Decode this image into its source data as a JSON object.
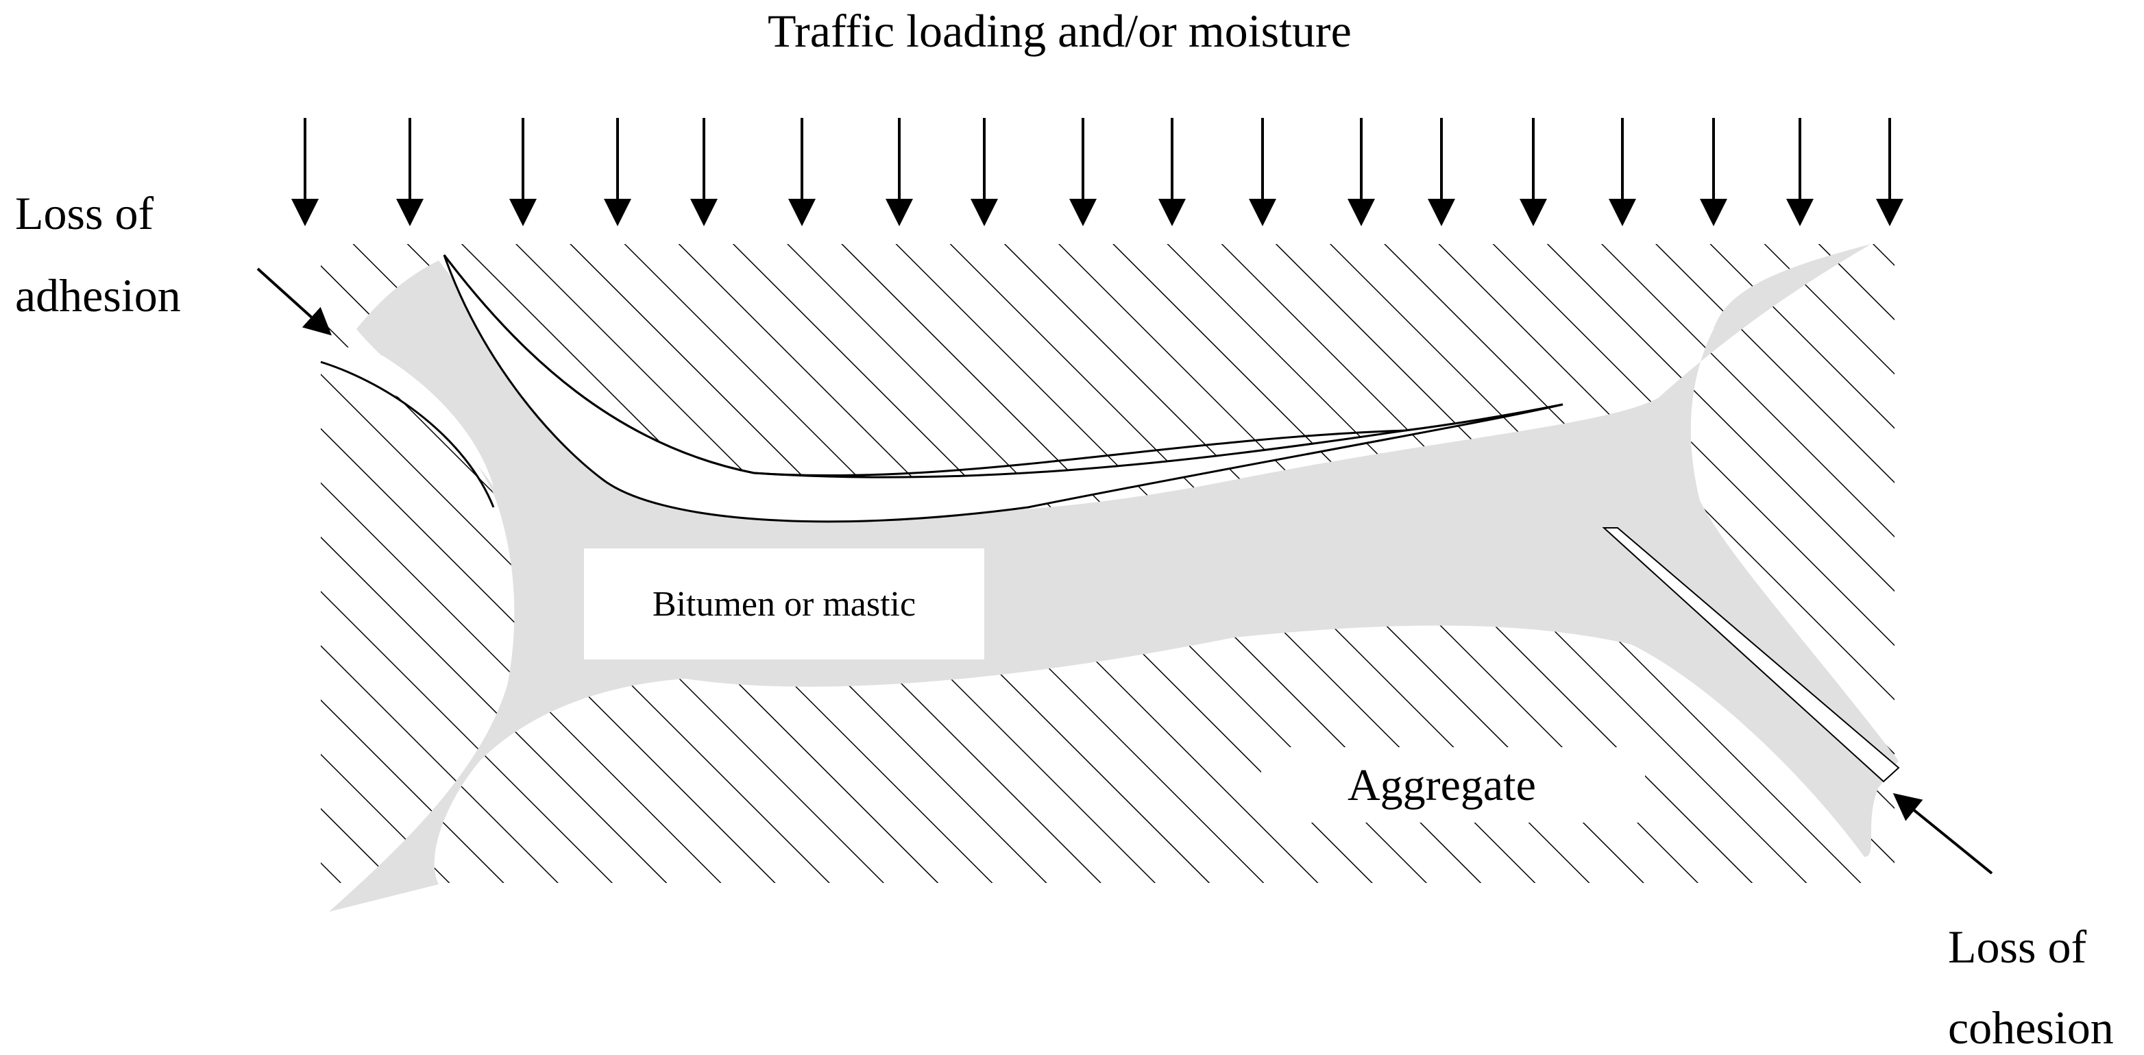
{
  "title": "Traffic loading and/or moisture",
  "labels": {
    "loss_of_adhesion": [
      "Loss of",
      "adhesion"
    ],
    "loss_of_cohesion": [
      "Loss of",
      "cohesion"
    ],
    "binder": "Bitumen or mastic",
    "aggregate": "Aggregate"
  },
  "load_arrow_count": 18,
  "colors": {
    "binder_fill": "#e0e0e0",
    "hatch": "#000000",
    "background": "#ffffff"
  }
}
